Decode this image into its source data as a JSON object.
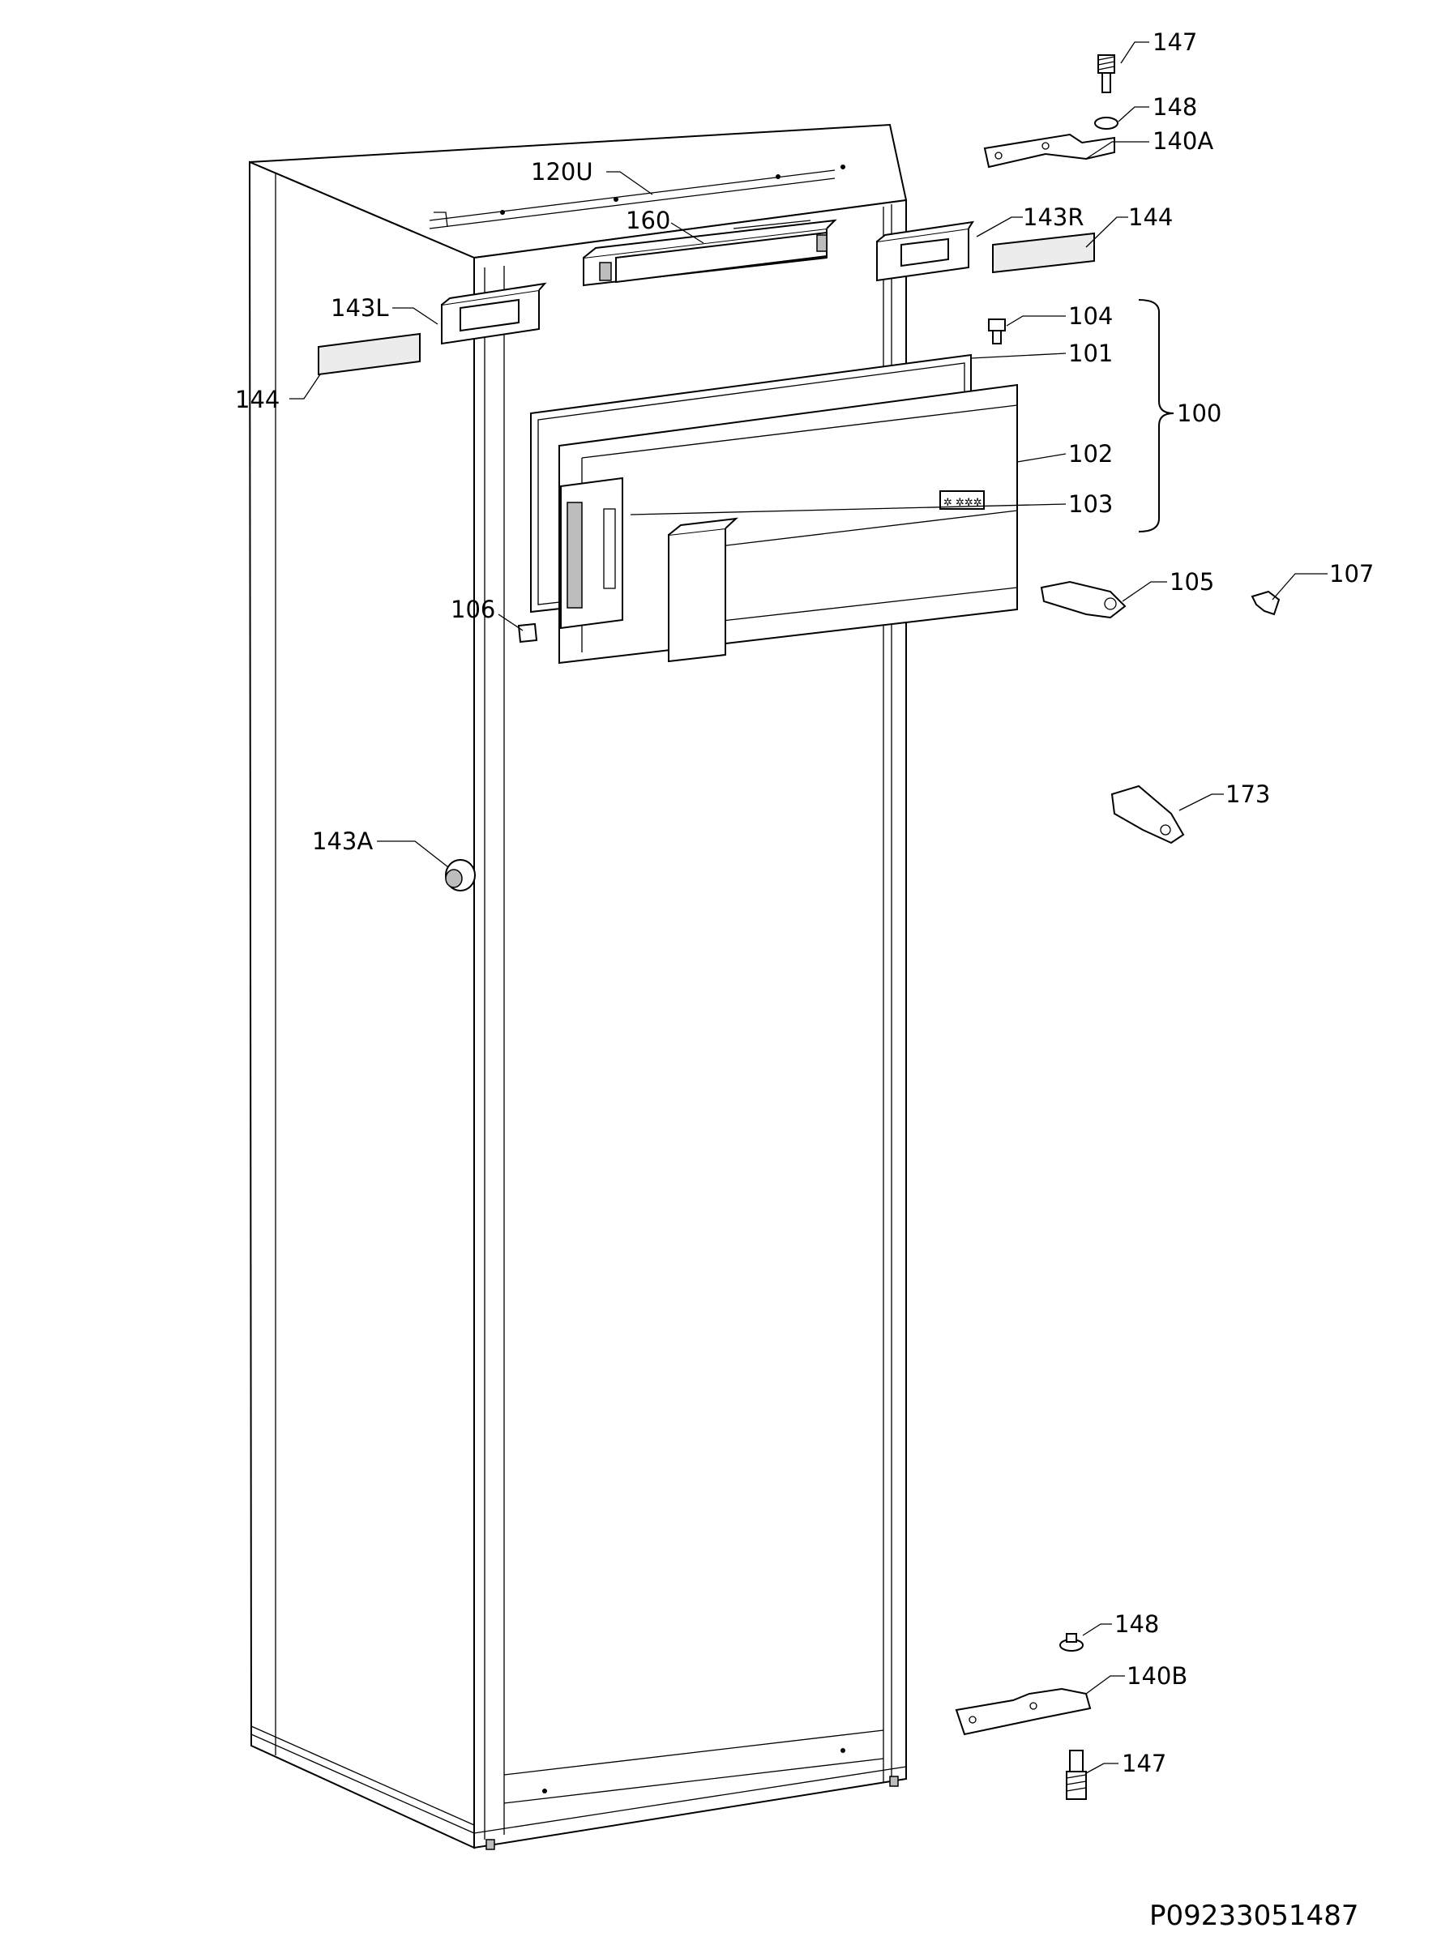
{
  "callouts": {
    "c147_top": "147",
    "c148_top": "148",
    "c140A": "140A",
    "c120U": "120U",
    "c160": "160",
    "c143R": "143R",
    "c144_right": "144",
    "c143L": "143L",
    "c104": "104",
    "c101": "101",
    "c144_left": "144",
    "c100": "100",
    "c102": "102",
    "c103": "103",
    "c105": "105",
    "c107": "107",
    "c106": "106",
    "c173": "173",
    "c143A": "143A",
    "c148_bottom": "148",
    "c140B": "140B",
    "c147_bottom": "147"
  },
  "document_code": "P09233051487"
}
